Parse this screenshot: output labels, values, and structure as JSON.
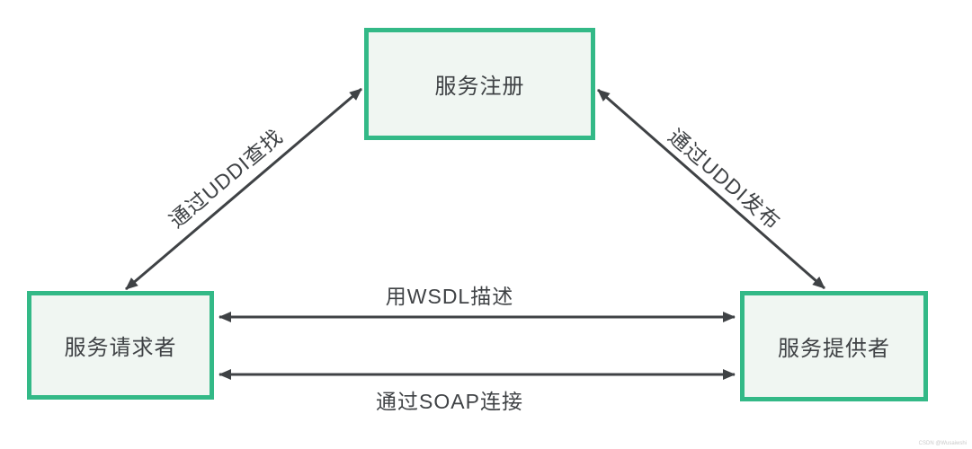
{
  "diagram": {
    "nodes": {
      "registry": {
        "label": "服务注册"
      },
      "requester": {
        "label": "服务请求者"
      },
      "provider": {
        "label": "服务提供者"
      }
    },
    "edges": {
      "uddi_find": {
        "label": "通过UDDI查找",
        "from": "requester",
        "to": "registry",
        "direction": "bidirectional"
      },
      "uddi_publish": {
        "label": "通过UDDI发布",
        "from": "provider",
        "to": "registry",
        "direction": "bidirectional"
      },
      "wsdl": {
        "label": "用WSDL描述",
        "from": "requester",
        "to": "provider",
        "direction": "bidirectional"
      },
      "soap": {
        "label": "通过SOAP连接",
        "from": "requester",
        "to": "provider",
        "direction": "bidirectional"
      }
    },
    "watermark": "CSDN @Wusaiwshi",
    "colors": {
      "box_border": "#33b987",
      "box_fill": "#f0f6f2",
      "arrow": "#3f4245",
      "text": "#3f4245",
      "watermark": "#c9c9c9",
      "background": "#ffffff"
    }
  }
}
